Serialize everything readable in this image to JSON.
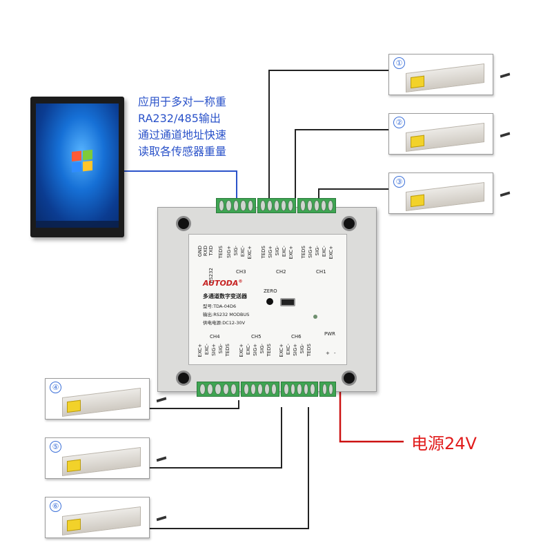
{
  "caption": {
    "lines": [
      "应用于多对一称重",
      "RA232/485输出",
      "通过通道地址快速",
      "读取各传感器重量"
    ]
  },
  "load_cells": [
    {
      "num": "①"
    },
    {
      "num": "②"
    },
    {
      "num": "③"
    },
    {
      "num": "④"
    },
    {
      "num": "⑤"
    },
    {
      "num": "⑥"
    }
  ],
  "device": {
    "brand": "AUTODA",
    "registered": "®",
    "product_name": "多通道数字变送器",
    "model": "型号:TDA-04D6",
    "output": "输出:RS232 MODBUS",
    "supply": "供电电源:DC12-30V",
    "zero_label": "ZERO",
    "pwr_label": "PWR",
    "top_terminals": [
      "GND",
      "RXD",
      "TXD",
      "TEDS",
      "SIG+",
      "SIG-",
      "EXC-",
      "EXC+",
      "TEDS",
      "SIG+",
      "SIG-",
      "EXC-",
      "EXC+",
      "TEDS",
      "SIG+",
      "SIG-",
      "EXC-",
      "EXC+"
    ],
    "top_groups": [
      "RS232",
      "CH3",
      "CH2",
      "CH1"
    ],
    "bottom_groups": [
      "CH4",
      "CH5",
      "CH6"
    ],
    "bottom_terminals": [
      "EXC+",
      "EXC-",
      "SIG+",
      "SIG-",
      "TEDS",
      "EXC+",
      "EXC-",
      "SIG+",
      "SIG-",
      "TEDS",
      "EXC+",
      "EXC-",
      "SIG+",
      "SIG-",
      "TEDS",
      "+",
      "-"
    ]
  },
  "power_label": "电源24V",
  "colors": {
    "caption_text": "#2a52c9",
    "power_wire": "#cc1111",
    "signal_wire": "#222222",
    "comm_wire": "#2a52c9",
    "terminal_green": "#3ea552",
    "brand_red": "#c62323"
  }
}
